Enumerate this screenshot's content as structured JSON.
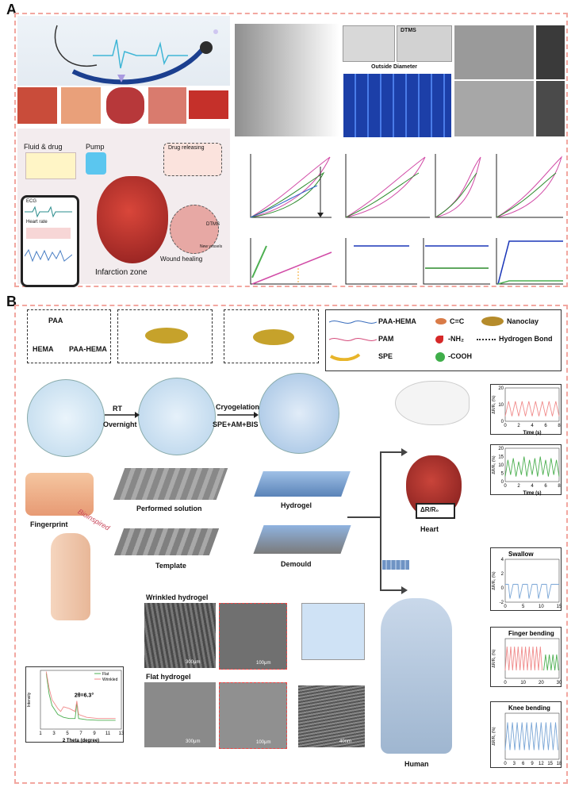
{
  "panels": {
    "a_letter": "A",
    "b_letter": "B"
  },
  "panel_a": {
    "fluid_label": "Fluid & drug",
    "pump_label": "Pump",
    "drug_label": "Drug releasing",
    "ecg_label": "ECG",
    "heart_rate_label": "Heart rate",
    "dtms_label": "DTMS",
    "new_vessels_label": "New vessels",
    "wound_label": "Wound healing",
    "infarction_label": "Infarction zone",
    "photo_dtms_label": "DTMS",
    "outside_diameter_label": "Outside Diameter"
  },
  "panel_b": {
    "legend": {
      "paa_hema": "PAA-HEMA",
      "cc": "C=C",
      "nanoclay": "Nanoclay",
      "pam": "PAM",
      "nh2": "-NH₂",
      "hbond": "Hydrogen Bond",
      "spe": "SPE",
      "cooh": "-COOH"
    },
    "mol_labels": {
      "paa": "PAA",
      "hema": "HEMA",
      "paa_hema": "PAA-HEMA"
    },
    "process": {
      "rt": "RT",
      "overnight": "Overnight",
      "cryo": "Cryogelation",
      "spe_am_bis": "SPE+AM+BIS",
      "performed_solution": "Performed solution",
      "hydrogel": "Hydrogel",
      "template": "Template",
      "demould": "Demould",
      "fingerprint": "Fingerprint",
      "bioinspired": "Bioinspired",
      "heart": "Heart",
      "human": "Human",
      "delta_r": "ΔR/R₀"
    },
    "sem": {
      "wrinkled": "Wrinkled hydrogel",
      "flat": "Flat hydrogel",
      "s1": "300μm",
      "s2": "100μm",
      "s3": "300μm",
      "s4": "100μm",
      "s5": "40nm"
    }
  },
  "chart_data": [
    {
      "type": "line",
      "title": "",
      "xlabel": "Time (s)",
      "ylabel": "ΔR/R₀ (%)",
      "xlim": [
        0,
        8
      ],
      "ylim": [
        0,
        20
      ],
      "xticks": [
        "0",
        "2",
        "4",
        "6",
        "8"
      ],
      "yticks": [
        "0",
        "10",
        "20"
      ],
      "series": [
        {
          "color": "#f08a8a",
          "values": [
            [
              0,
              3
            ],
            [
              0.5,
              12
            ],
            [
              1,
              3
            ],
            [
              1.5,
              12
            ],
            [
              2,
              3
            ],
            [
              2.5,
              12
            ],
            [
              3,
              3
            ],
            [
              3.5,
              12
            ],
            [
              4,
              3
            ],
            [
              4.5,
              12
            ],
            [
              5,
              3
            ],
            [
              5.5,
              12
            ],
            [
              6,
              3
            ],
            [
              6.5,
              12
            ],
            [
              7,
              3
            ],
            [
              7.5,
              12
            ],
            [
              8,
              3
            ]
          ]
        }
      ]
    },
    {
      "type": "line",
      "title": "",
      "xlabel": "Time (s)",
      "ylabel": "ΔR/R₀ (%)",
      "xlim": [
        0,
        8
      ],
      "ylim": [
        0,
        20
      ],
      "xticks": [
        "0",
        "2",
        "4",
        "6",
        "8"
      ],
      "yticks": [
        "0",
        "5",
        "10",
        "15",
        "20"
      ],
      "series": [
        {
          "color": "#4caf50",
          "values": [
            [
              0,
              3
            ],
            [
              0.4,
              13
            ],
            [
              0.8,
              4
            ],
            [
              1.2,
              14
            ],
            [
              1.6,
              3
            ],
            [
              2,
              12
            ],
            [
              2.4,
              4
            ],
            [
              2.8,
              15
            ],
            [
              3.2,
              3
            ],
            [
              3.6,
              13
            ],
            [
              4,
              4
            ],
            [
              4.4,
              14
            ],
            [
              4.8,
              3
            ],
            [
              5.2,
              15
            ],
            [
              5.6,
              4
            ],
            [
              6,
              13
            ],
            [
              6.4,
              3
            ],
            [
              6.8,
              14
            ],
            [
              7.2,
              4
            ],
            [
              7.6,
              13
            ],
            [
              8,
              3
            ]
          ]
        }
      ]
    },
    {
      "type": "line",
      "title": "Swallow",
      "xlabel": "",
      "ylabel": "ΔR/R₀ (%)",
      "xlim": [
        0,
        17
      ],
      "ylim": [
        -2,
        4
      ],
      "xticks": [
        "0",
        "5",
        "10",
        "15"
      ],
      "yticks": [
        "-2",
        "0",
        "2",
        "4"
      ],
      "series": [
        {
          "color": "#7aa6d6",
          "values": [
            [
              0,
              0.5
            ],
            [
              1,
              0.5
            ],
            [
              1.5,
              -1.5
            ],
            [
              2.5,
              0.5
            ],
            [
              4,
              0.5
            ],
            [
              4.5,
              -1.5
            ],
            [
              5.5,
              0.5
            ],
            [
              7,
              0.5
            ],
            [
              7.5,
              -1.5
            ],
            [
              8.5,
              0.5
            ],
            [
              10,
              0.5
            ],
            [
              10.5,
              -1.5
            ],
            [
              11.5,
              0.5
            ],
            [
              13,
              0.5
            ],
            [
              13.5,
              -1.5
            ],
            [
              14.5,
              0.5
            ],
            [
              17,
              0.5
            ]
          ]
        }
      ]
    },
    {
      "type": "line",
      "title": "Finger bending",
      "xlabel": "",
      "ylabel": "ΔR/R₀ (%)",
      "xlim": [
        0,
        35
      ],
      "ylim": [
        0,
        10
      ],
      "xticks": [
        "0",
        "10",
        "20",
        "30"
      ],
      "yticks": [],
      "series": [
        {
          "color": "#f08a8a",
          "values": [
            [
              0,
              2
            ],
            [
              1.2,
              8
            ],
            [
              2.4,
              2
            ],
            [
              3.6,
              8
            ],
            [
              4.8,
              2
            ],
            [
              6,
              8
            ],
            [
              7.2,
              2
            ],
            [
              8.4,
              8
            ],
            [
              9.6,
              2
            ],
            [
              10.8,
              8
            ],
            [
              12,
              2
            ],
            [
              13.2,
              8
            ],
            [
              14.4,
              2
            ],
            [
              15.6,
              8
            ],
            [
              16.8,
              2
            ],
            [
              18,
              8
            ],
            [
              19.2,
              2
            ],
            [
              20.4,
              8
            ],
            [
              21.6,
              2
            ],
            [
              22.8,
              8
            ],
            [
              24,
              2
            ]
          ]
        },
        {
          "color": "#4caf50",
          "values": [
            [
              25,
              2
            ],
            [
              26.2,
              6
            ],
            [
              27.4,
              2
            ],
            [
              28.6,
              6
            ],
            [
              29.8,
              2
            ],
            [
              31,
              6
            ],
            [
              32.2,
              2
            ],
            [
              33.4,
              6
            ],
            [
              34.6,
              2
            ]
          ]
        }
      ]
    },
    {
      "type": "line",
      "title": "Knee bending",
      "xlabel": "",
      "ylabel": "ΔR/R₀ (%)",
      "xlim": [
        0,
        18
      ],
      "ylim": [
        0,
        10
      ],
      "xticks": [
        "0",
        "3",
        "6",
        "9",
        "12",
        "15",
        "18"
      ],
      "yticks": [],
      "series": [
        {
          "color": "#7aa6d6",
          "values": [
            [
              0,
              2
            ],
            [
              0.8,
              8
            ],
            [
              1.6,
              2
            ],
            [
              2.4,
              8
            ],
            [
              3.2,
              2
            ],
            [
              4,
              8
            ],
            [
              4.8,
              2
            ],
            [
              5.6,
              8
            ],
            [
              6.4,
              2
            ],
            [
              7.2,
              8
            ],
            [
              8,
              2
            ],
            [
              8.8,
              8
            ],
            [
              9.6,
              2
            ],
            [
              10.4,
              8
            ],
            [
              11.2,
              2
            ],
            [
              12,
              8
            ],
            [
              12.8,
              2
            ],
            [
              13.6,
              8
            ],
            [
              14.4,
              2
            ],
            [
              15.2,
              8
            ],
            [
              16,
              2
            ],
            [
              16.8,
              8
            ],
            [
              17.6,
              2
            ]
          ]
        }
      ]
    },
    {
      "type": "line",
      "title": "",
      "xlabel": "2 Theta (degree)",
      "ylabel": "Intensity",
      "xlim": [
        0,
        14
      ],
      "ylim": [
        0,
        10
      ],
      "xticks": [
        "1",
        "3",
        "5",
        "7",
        "9",
        "11",
        "13"
      ],
      "annotation": "2θ=6.3°",
      "series": [
        {
          "name": "Flat",
          "color": "#4caf50",
          "values": [
            [
              1,
              9.5
            ],
            [
              1.5,
              6
            ],
            [
              2,
              4
            ],
            [
              3,
              2.5
            ],
            [
              4,
              2
            ],
            [
              5,
              1.8
            ],
            [
              6,
              1.8
            ],
            [
              6.3,
              4.5
            ],
            [
              6.6,
              1.8
            ],
            [
              8,
              1.6
            ],
            [
              10,
              1.5
            ],
            [
              13,
              1.5
            ]
          ]
        },
        {
          "name": "Wrinkled",
          "color": "#f08a8a",
          "values": [
            [
              1,
              9.8
            ],
            [
              1.5,
              7
            ],
            [
              2,
              5
            ],
            [
              3,
              3.5
            ],
            [
              3.5,
              3
            ],
            [
              4,
              3.8
            ],
            [
              5,
              3.5
            ],
            [
              6,
              3
            ],
            [
              6.3,
              4.8
            ],
            [
              6.6,
              2.5
            ],
            [
              8,
              2
            ],
            [
              10,
              1.8
            ],
            [
              13,
              1.8
            ]
          ]
        }
      ]
    }
  ]
}
